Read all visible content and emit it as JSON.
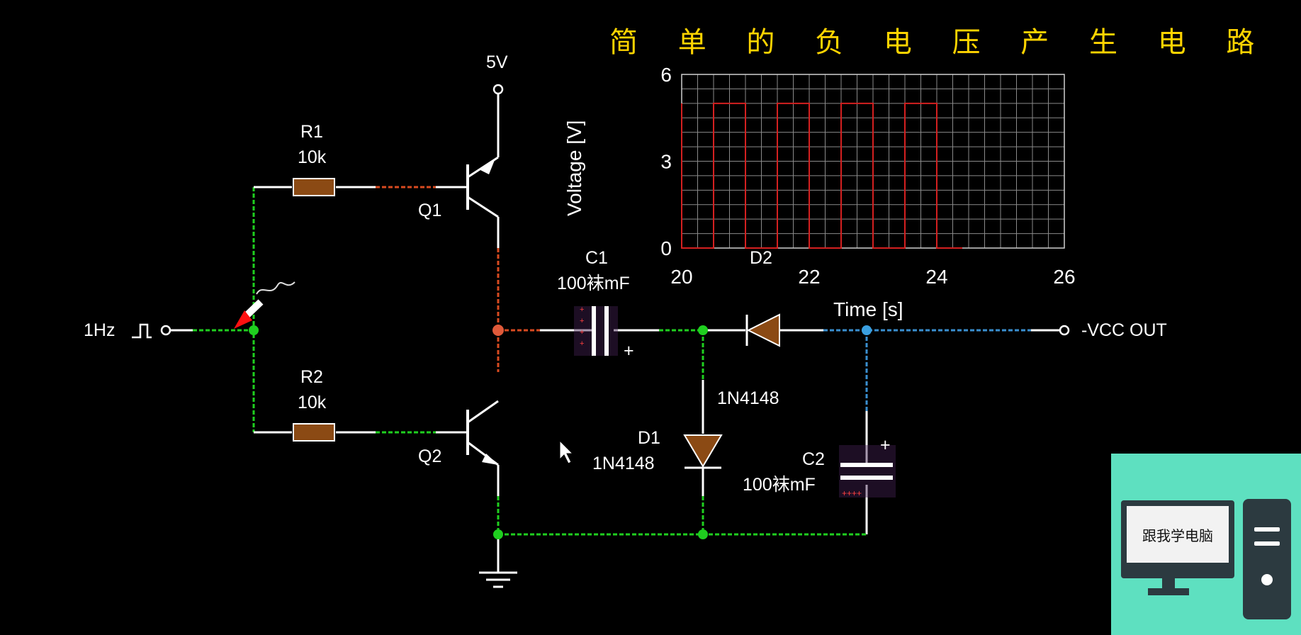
{
  "title": "简 单 的 负 电 压 产 生 电 路",
  "components": {
    "source": {
      "label": "1Hz"
    },
    "supply": {
      "label": "5V"
    },
    "r1": {
      "name": "R1",
      "value": "10k"
    },
    "r2": {
      "name": "R2",
      "value": "10k"
    },
    "q1": {
      "name": "Q1"
    },
    "q2": {
      "name": "Q2"
    },
    "c1": {
      "name": "C1",
      "value": "100袜mF"
    },
    "c2": {
      "name": "C2",
      "value": "100袜mF"
    },
    "d1": {
      "name": "D1",
      "part": "1N4148"
    },
    "d2": {
      "name": "D2",
      "part": "1N4148"
    },
    "output": {
      "label": "-VCC OUT"
    },
    "polarity_plus": "+"
  },
  "chart_data": {
    "type": "line",
    "title": "",
    "xlabel": "Time [s]",
    "ylabel": "Voltage [V]",
    "xlim": [
      20,
      26
    ],
    "ylim": [
      0,
      6
    ],
    "x_ticks": [
      "20",
      "22",
      "24",
      "26"
    ],
    "y_ticks": [
      "6",
      "3",
      "0"
    ],
    "grid": true,
    "series": [
      {
        "color": "#d42020",
        "x": [
          20,
          20,
          20.5,
          20.5,
          21,
          21,
          21.5,
          21.5,
          22,
          22,
          22.5,
          22.5,
          23,
          23,
          23.5,
          23.5,
          24,
          24,
          24.4
        ],
        "y": [
          5,
          0,
          0,
          5,
          5,
          0,
          0,
          5,
          5,
          0,
          0,
          5,
          5,
          0,
          0,
          5,
          5,
          0,
          0
        ]
      }
    ]
  },
  "colors": {
    "wire": "#ffffff",
    "wire_green": "#1fcf1f",
    "wire_red": "#d84a20",
    "wire_blue": "#3a8fd0",
    "component": "#8b4a14",
    "title": "#ffd400",
    "logo_bg": "#5ee0c0"
  },
  "logo": {
    "text": "跟我学电脑",
    "icon": "computer-icon"
  }
}
